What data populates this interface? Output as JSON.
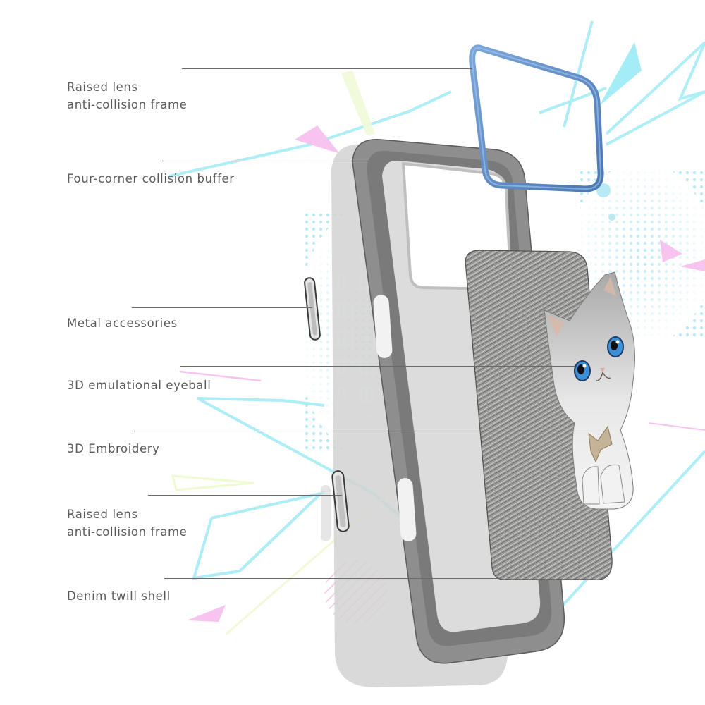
{
  "image": {
    "type": "product-feature-infographic",
    "subject": "phone case with embroidered cat, exploded view",
    "colors": {
      "label_text": "#5a5a5a",
      "leader_line": "#6a6a6a",
      "lens_frame": "#5b8bc7",
      "case_bumper": "#8a8a8a",
      "denim_shell": "#9a9a98",
      "accent_cyan": "#8fe6f2",
      "accent_pink": "#f6b8e8",
      "accent_lime": "#eefad0"
    }
  },
  "callouts": [
    {
      "id": "lens-frame-top",
      "lines": [
        "Raised lens",
        "anti-collision frame"
      ]
    },
    {
      "id": "corner-buffer",
      "lines": [
        "Four-corner collision buffer"
      ]
    },
    {
      "id": "metal-accessories",
      "lines": [
        "Metal accessories"
      ]
    },
    {
      "id": "eyeball",
      "lines": [
        "3D emulational eyeball"
      ]
    },
    {
      "id": "embroidery",
      "lines": [
        "3D Embroidery"
      ]
    },
    {
      "id": "lens-frame-bottom",
      "lines": [
        "Raised lens",
        "anti-collision frame"
      ]
    },
    {
      "id": "denim-shell",
      "lines": [
        "Denim twill shell"
      ]
    }
  ]
}
